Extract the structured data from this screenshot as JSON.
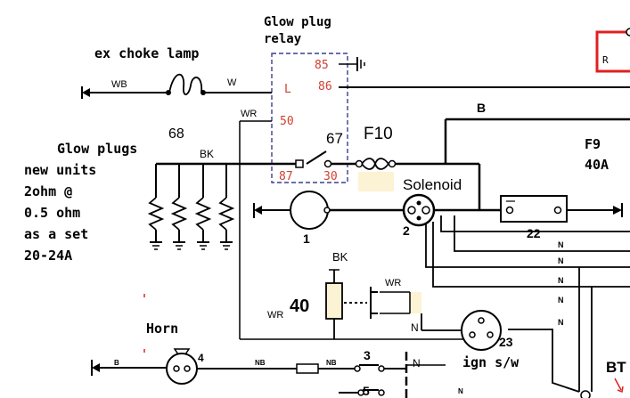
{
  "labels": {
    "relay_title_1": "Glow plug",
    "relay_title_2": "relay",
    "choke": "ex choke lamp",
    "pin85": "85",
    "pin86": "86",
    "pinL": "L",
    "pin50": "50",
    "pin87": "87",
    "pin30": "30",
    "wire_wb": "WB",
    "wire_w": "W",
    "wire_wr_top": "WR",
    "wire_r": "R",
    "wire_b": "B",
    "num68": "68",
    "num67": "67",
    "f10": "F10",
    "f9": "F9",
    "f9_amp": "40A",
    "wire_bk_top": "BK",
    "glow_l1": "Glow plugs",
    "glow_l2": "new units",
    "glow_l3": "2ohm @",
    "glow_l4": "0.5 ohm",
    "glow_l5": "as a set",
    "glow_l6": "20-24A",
    "solenoid": "Solenoid",
    "num1": "1",
    "num2": "2",
    "num22": "22",
    "bk_mid": "BK",
    "num40": "40",
    "wr_left": "WR",
    "wr_right": "WR",
    "n_mid": "N",
    "num23": "23",
    "n_low": "N",
    "ign": "ign s/w",
    "horn": "Horn",
    "num4": "4",
    "num3": "3",
    "num5": "5",
    "bt": "BT"
  },
  "colors": {
    "line": "#000000",
    "relay_box": "#3a3f8f",
    "pin_text": "#d04030",
    "highlight": "#fbf3d3",
    "red_box": "#e02020",
    "bt_arrow": "#e02020"
  }
}
